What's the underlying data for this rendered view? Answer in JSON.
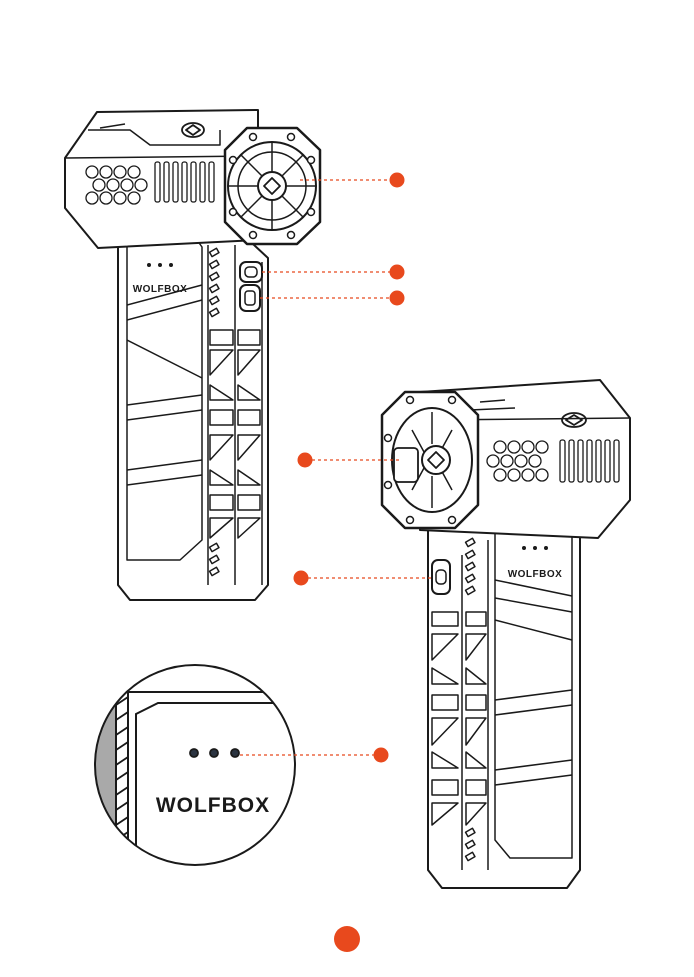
{
  "brand": {
    "front_device": "WOLFBOX",
    "side_device": "WOLFBOX",
    "inset_closeup": "WOLFBOX"
  },
  "callouts": {
    "color": "#e8491d",
    "count": 6
  },
  "page_marker": {
    "color": "#e8491d"
  },
  "colors": {
    "outline": "#1a1a1a",
    "body_fill": "#ffffff",
    "shadow": "#a9a9a9"
  }
}
